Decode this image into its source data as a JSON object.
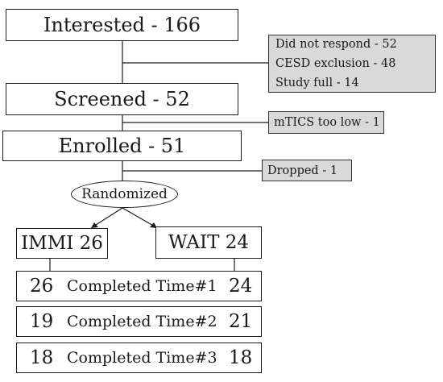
{
  "flow": {
    "interested": "Interested - 166",
    "screened": "Screened - 52",
    "enrolled": "Enrolled - 51",
    "randomized": "Randomized"
  },
  "exclusions": {
    "interested": [
      "Did not respond - 52",
      "CESD exclusion - 48",
      "Study full - 14"
    ],
    "screened": "mTICS too low - 1",
    "enrolled": "Dropped - 1"
  },
  "arms": {
    "imm": "IMMI 26",
    "wait": "WAIT 24"
  },
  "completion": [
    {
      "left": "26",
      "label": "Completed Time#1",
      "right": "24"
    },
    {
      "left": "19",
      "label": "Completed Time#2",
      "right": "21"
    },
    {
      "left": "18",
      "label": "Completed Time#3",
      "right": "18"
    }
  ],
  "colors": {
    "note_fill": "#d9d9d9",
    "stroke": "#1a1a1a"
  }
}
